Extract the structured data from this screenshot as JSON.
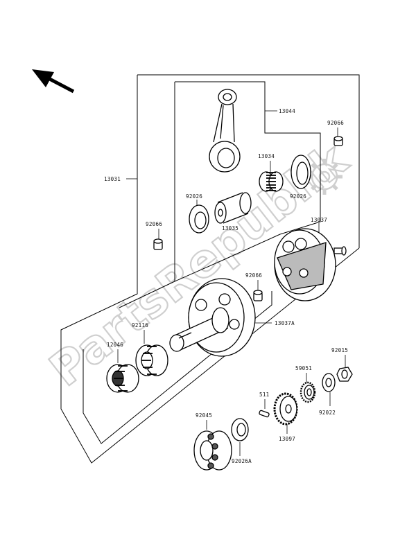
{
  "watermark": "PartsRepublik",
  "part_numbers": {
    "crankshaft_assy": "13031",
    "connecting_rod": "13044",
    "needle_bearing": "13034",
    "crank_pin": "13035",
    "washer_92026": "92026",
    "washer_92026_right": "92026",
    "cap_92066_top": "92066",
    "cap_92066_left": "92066",
    "cap_92066_mid": "92066",
    "flywheel_right": "13037",
    "flywheel_left": "13037A",
    "bearing_12046": "12046",
    "bearing_92116": "92116",
    "nut_92015": "92015",
    "gear_59051": "59051",
    "washer_92022": "92022",
    "key_511": "511",
    "gear_13097": "13097",
    "ball_bearing_92045": "92045",
    "washer_92026a": "92026A"
  }
}
